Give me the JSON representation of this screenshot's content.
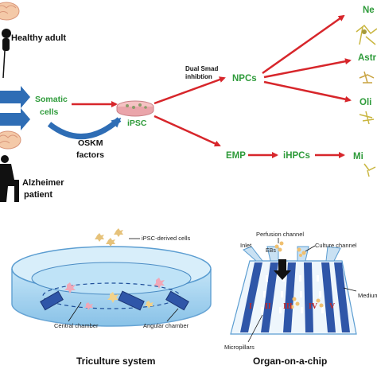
{
  "top": {
    "healthy_adult": "Healthy adult",
    "alzheimer_line1": "Alzheimer",
    "alzheimer_line2": "patient",
    "somatic_line1": "Somatic",
    "somatic_line2": "cells",
    "oskm_line1": "OSKM",
    "oskm_line2": "factors",
    "ipsc": "iPSC",
    "dual_smad_line1": "Dual Smad",
    "dual_smad_line2": "inhibtion",
    "npcs": "NPCs",
    "emp": "EMP",
    "ihpcs": "iHPCs",
    "neuro_partial": "Ne",
    "astro_partial": "Astr",
    "oligo_partial": "Oli",
    "micro_partial": "Mi"
  },
  "triculture": {
    "title": "Triculture system",
    "ipsc_cells": "iPSC-derived cells",
    "central_chamber": "Central chamber",
    "angular_chamber": "Angular chamber"
  },
  "chip": {
    "title": "Organ-on-a-chip",
    "perfusion_channel": "Perfusion channel",
    "culture_channel": "Culture channel",
    "inlet": "Inlet",
    "ebs": "EBs",
    "medium_channel": "Medium cha",
    "micropillars": "Micropillars",
    "roman": [
      "I",
      "II",
      "III",
      "IV",
      "V"
    ]
  },
  "colors": {
    "arrow_red": "#d7262b",
    "arrow_blue": "#2e6db5",
    "label_green": "#2e9b3a",
    "chip_blue": "#2f56a8",
    "dish_blue": "#9fd0ee"
  }
}
